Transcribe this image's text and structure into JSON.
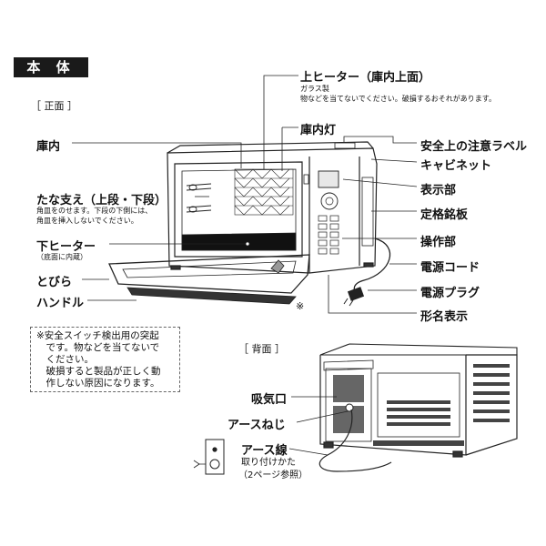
{
  "title": "本 体",
  "front": {
    "heading": "［ 正面 ］",
    "labels": {
      "upper_heater": "上ヒーター（庫内上面）",
      "upper_heater_sub1": "ガラス製",
      "upper_heater_sub2": "物などを当てないでください。破損するおそれがあります。",
      "interior_light": "庫内灯",
      "interior": "庫内",
      "safety_label": "安全上の注意ラベル",
      "cabinet": "キャビネット",
      "shelf_support": "たな支え（上段・下段）",
      "shelf_sub1": "角皿をのせます。下段の下側には、",
      "shelf_sub2": "角皿を挿入しないでください。",
      "display": "表示部",
      "rating_plate": "定格銘板",
      "lower_heater": "下ヒーター",
      "lower_heater_sub": "（底面に内蔵）",
      "control_panel": "操作部",
      "power_cord": "電源コード",
      "door": "とびら",
      "power_plug": "電源プラグ",
      "handle": "ハンドル",
      "asterisk": "※",
      "model_label": "形名表示"
    }
  },
  "note": {
    "lines": [
      "※安全スイッチ検出用の突起",
      "　です。物などを当てないで",
      "　ください。",
      "　破損すると製品が正しく動",
      "　作しない原因になります。"
    ]
  },
  "back": {
    "heading": "［ 背面 ］",
    "labels": {
      "air_intake": "吸気口",
      "earth_screw": "アースねじ",
      "earth_wire": "アース線",
      "earth_sub1": "取り付けかた",
      "earth_sub2": "（2ページ参照）"
    }
  }
}
